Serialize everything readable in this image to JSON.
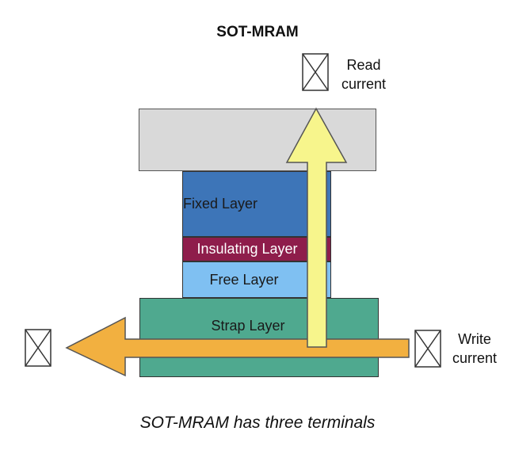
{
  "title": "SOT-MRAM",
  "caption": "SOT-MRAM has three terminals",
  "layers": {
    "top_electrode": "",
    "fixed": "Fixed Layer",
    "insulating": "Insulating Layer",
    "free": "Free Layer",
    "strap": "Strap Layer"
  },
  "terminals": {
    "read": [
      "Read",
      "current"
    ],
    "write": [
      "Write",
      "current"
    ]
  },
  "colors": {
    "top_electrode": "#d9d9d9",
    "fixed": "#3d75b8",
    "insulating": "#8e1d4b",
    "free": "#7fc0f2",
    "strap": "#4fa98f",
    "read_arrow": "#f7f58c",
    "write_arrow": "#f2b040"
  }
}
